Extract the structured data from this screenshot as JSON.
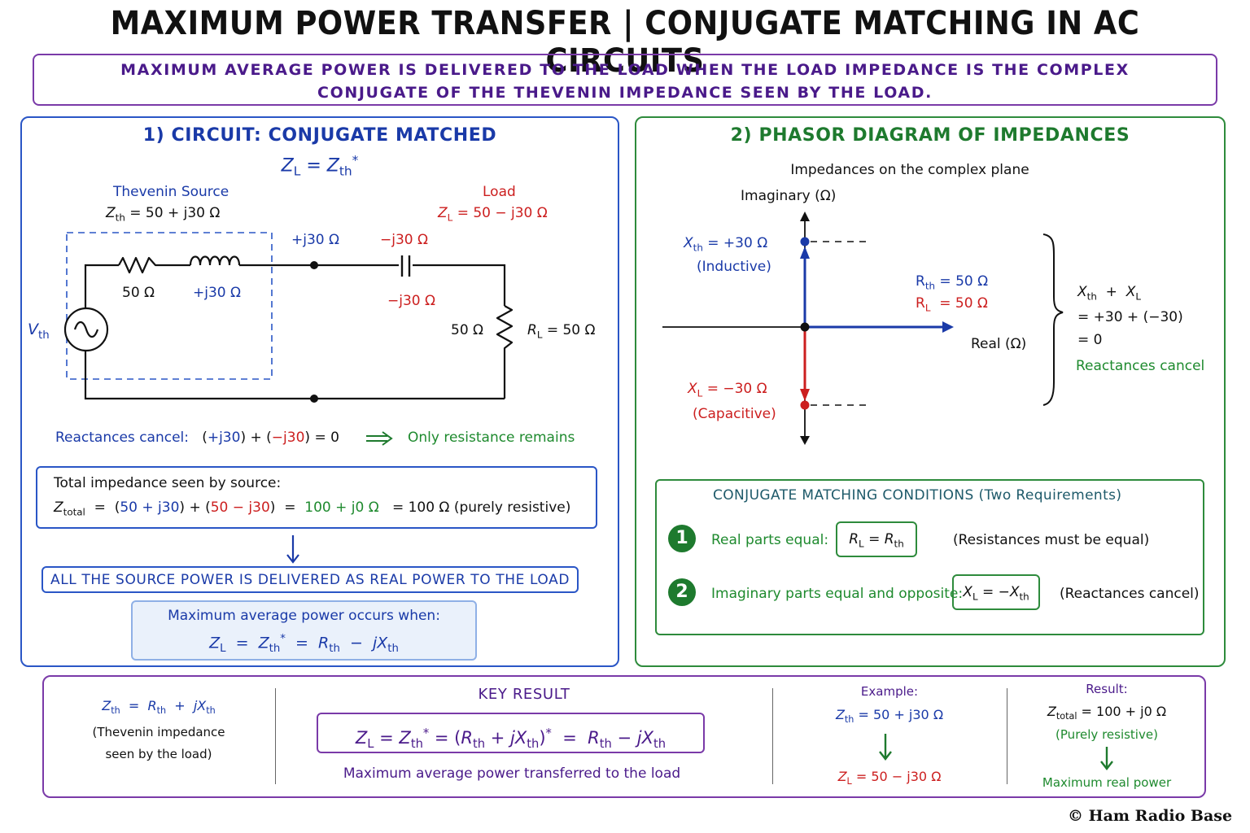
{
  "title": "MAXIMUM POWER TRANSFER  |  CONJUGATE MATCHING IN AC CIRCUITS",
  "banner": {
    "line1": "MAXIMUM AVERAGE POWER IS DELIVERED TO THE LOAD WHEN THE LOAD IMPEDANCE IS THE COMPLEX",
    "line2": "CONJUGATE OF THE THEVENIN IMPEDANCE SEEN BY THE LOAD."
  },
  "circuit": {
    "header": "1) CIRCUIT:  CONJUGATE MATCHED",
    "formula": "Z_L = Z_th*",
    "source_label": "Thevenin Source",
    "source_eq": "= 50 + j30 Ω",
    "load_label": "Load",
    "load_eq": "= 50 − j30 Ω",
    "lbl_plus_j30_top": "+j30 Ω",
    "lbl_minus_j30_top": "−j30 Ω",
    "lbl_50": "50 Ω",
    "lbl_plus_j30": "+j30 Ω",
    "lbl_minus_j30": "−j30 Ω",
    "lbl_50_load": "50 Ω",
    "lbl_rl": "= 50 Ω",
    "vth": "V",
    "cancel_label": "Reactances cancel:",
    "cancel_plus": "+j30",
    "cancel_minus": "−j30",
    "cancel_eq": "= 0",
    "cancel_result": "Only resistance remains",
    "total_label": "Total impedance seen by source:",
    "total_a": "50 + j30",
    "total_b": "50 − j30",
    "total_c": "100 + j0 Ω",
    "total_d": "= 100 Ω  (purely resistive)",
    "delivered": "ALL THE SOURCE POWER IS DELIVERED AS REAL POWER TO THE LOAD",
    "max_when": "Maximum average power occurs when:"
  },
  "phasor": {
    "header": "2) PHASOR DIAGRAM OF IMPEDANCES",
    "subtitle": "Impedances on the complex plane",
    "imag_axis": "Imaginary (Ω)",
    "real_axis": "Real (Ω)",
    "xth_val": "= +30 Ω",
    "inductive": "(Inductive)",
    "xl_val": "= −30 Ω",
    "capacitive": "(Capacitive)",
    "rth_val": "= 50 Ω",
    "rl_val": "= 50 Ω",
    "sum_line2": "= +30 + (−30)",
    "sum_line3": "= 0",
    "cancel_note": "Reactances cancel"
  },
  "conditions": {
    "header": "CONJUGATE MATCHING CONDITIONS (Two Requirements)",
    "item1_num": "1",
    "item1_label": "Real parts equal:",
    "item1_note": "(Resistances must be equal)",
    "item2_num": "2",
    "item2_label": "Imaginary parts equal and opposite:",
    "item2_note": "(Reactances cancel)"
  },
  "bottom": {
    "thev_line2": "(Thevenin impedance",
    "thev_line3": "seen by the load)",
    "key_header": "KEY RESULT",
    "key_caption": "Maximum average power transferred to the load",
    "example_label": "Example:",
    "example_zth": "= 50 + j30 Ω",
    "example_zl": "= 50 − j30 Ω",
    "result_label": "Result:",
    "result_z": "= 100 + j0 Ω",
    "result_resistive": "(Purely resistive)",
    "result_power": "Maximum real power"
  },
  "copyright": "© Ham Radio Base",
  "colors": {
    "blue": "#1a3aa8",
    "red": "#cc1f1f",
    "green": "#1e8a2e",
    "purple": "#4a1a8a"
  }
}
